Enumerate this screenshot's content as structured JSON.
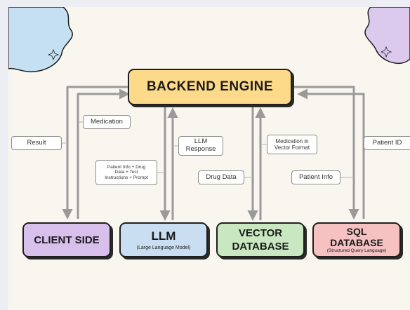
{
  "nodes": {
    "backend": "BACKEND ENGINE",
    "client": "CLIENT SIDE",
    "llm": "LLM",
    "llm_sub": "(Large Language Model)",
    "vector_line1": "VECTOR",
    "vector_line2": "DATABASE",
    "sql_line1": "SQL",
    "sql_line2": "DATABASE",
    "sql_sub": "(Structured Query Language)"
  },
  "labels": {
    "result": "Result",
    "medication": "Medication",
    "llm_response_1": "LLM",
    "llm_response_2": "Response",
    "patient_info_drug_1": "Patient Info + Drug",
    "patient_info_drug_2": "Data + Test",
    "patient_info_drug_3": "Instructions + Prompt",
    "drug_data": "Drug Data",
    "medication_vector_1": "Medication in",
    "medication_vector_2": "Vector Format",
    "patient_id": "Patient ID",
    "patient_info": "Patient Info"
  },
  "colors": {
    "backend": "#fdd98a",
    "client": "#d7c1ec",
    "llm": "#c9def0",
    "vector": "#c9e8c2",
    "sql": "#f5c1c1",
    "blob_blue": "#c6e0f3",
    "blob_purple": "#dcc9ee",
    "arrow": "#9a9a9a"
  }
}
